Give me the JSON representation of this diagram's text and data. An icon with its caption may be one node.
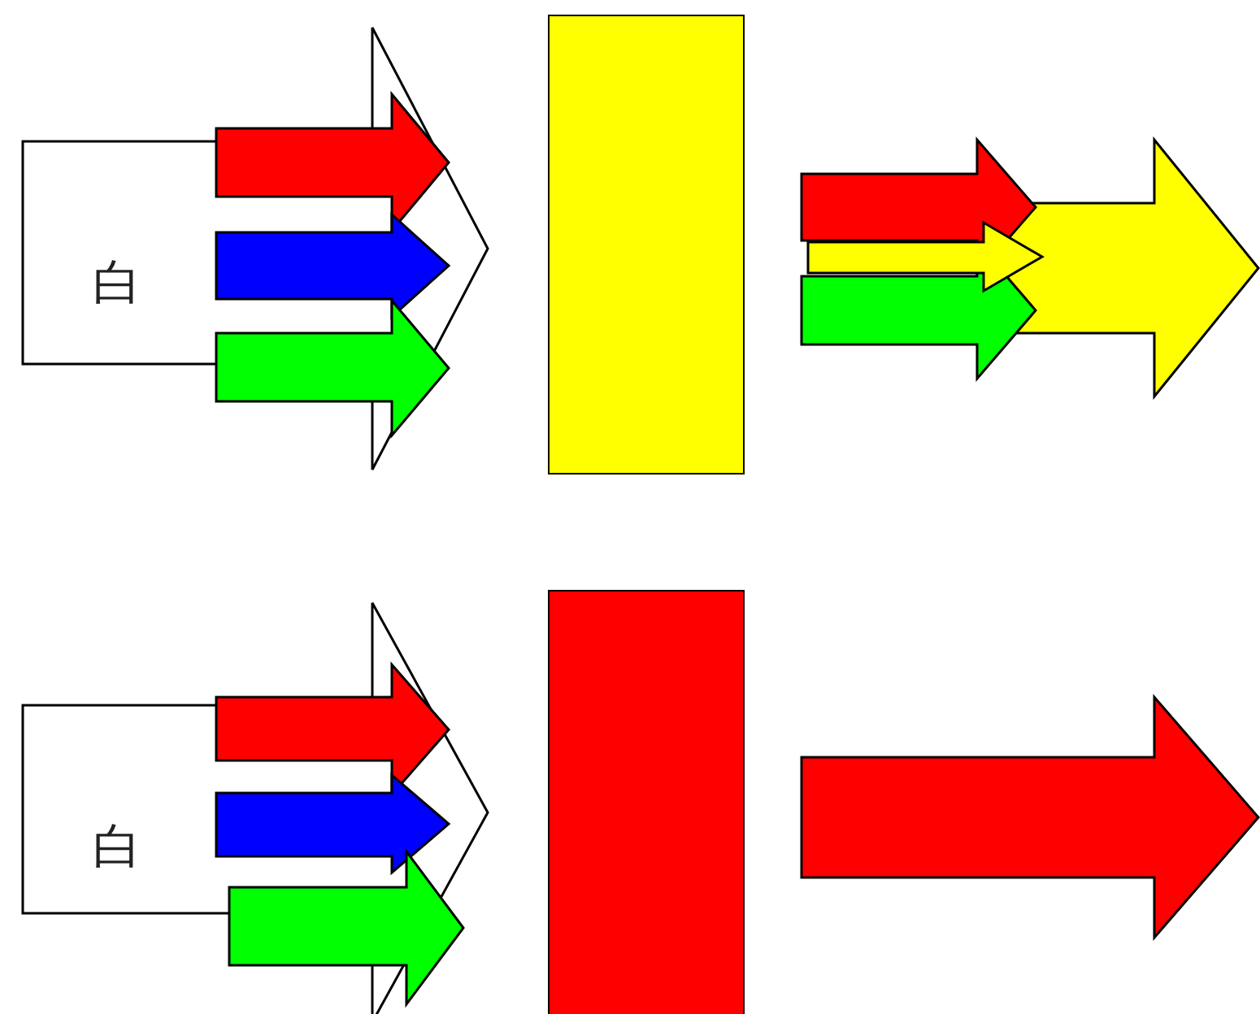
{
  "diagram": {
    "nodes": [
      {
        "text": [
          "白"
        ]
      },
      {
        "text": [],
        "shape": "box"
      },
      {
        "text": [
          "白"
        ]
      },
      {
        "text": [],
        "shape": "box"
      }
    ]
  }
}
